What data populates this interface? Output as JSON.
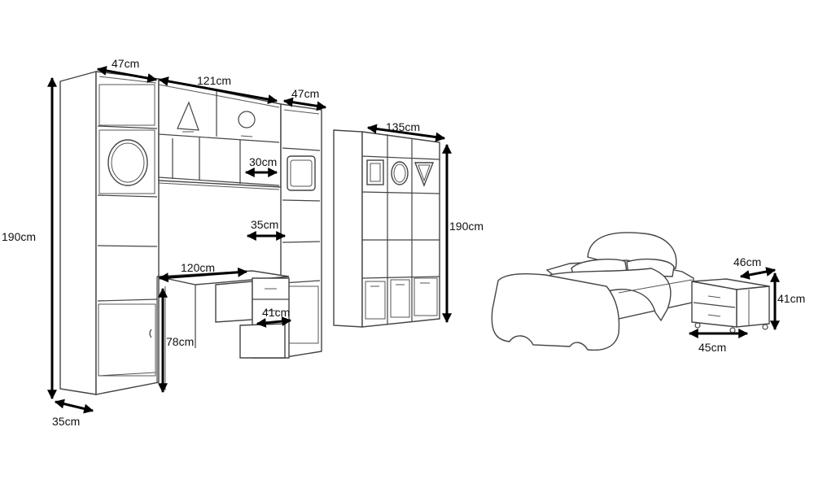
{
  "dimensions": {
    "wardrobe_left_width": "47cm",
    "top_unit_width": "121cm",
    "wardrobe_right_width": "47cm",
    "total_height": "190cm",
    "shelf_depth": "30cm",
    "side_shelf_depth": "35cm",
    "desk_width": "120cm",
    "drawer_depth": "41cm",
    "desk_height": "78cm",
    "cabinet_depth": "35cm",
    "bookcase_width": "135cm",
    "bookcase_height": "190cm",
    "nightstand_depth": "46cm",
    "nightstand_height": "41cm",
    "nightstand_width": "45cm"
  }
}
